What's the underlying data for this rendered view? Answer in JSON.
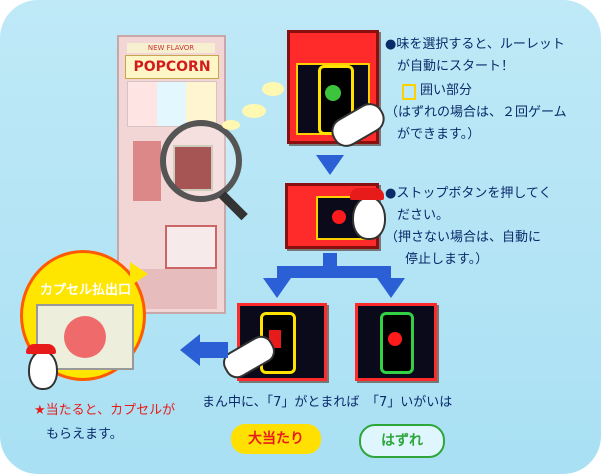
{
  "machine": {
    "sign": "POPCORN",
    "sign_top": "NEW FLAVOR"
  },
  "step1": {
    "line1": "●味を選択すると、ルーレット",
    "line2": "が自動にスタート！",
    "line3": "囲い部分",
    "line4": "（はずれの場合は、２回ゲーム",
    "line5": "ができます。）"
  },
  "step2": {
    "line1": "●ストップボタンを押してく",
    "line2": "ださい。",
    "line3": "（押さない場合は、自動に",
    "line4": "停止します。）"
  },
  "capsule": {
    "title": "カプセル払出口",
    "line1": "★当たると、カプセルが",
    "line2": "もらえます。"
  },
  "results": {
    "win_text": "まん中に、「7」がとまれば",
    "lose_text": "「7」いがいは",
    "win_badge": "大当たり",
    "lose_badge": "はずれ"
  },
  "colors": {
    "arrow": "#2a5fd6",
    "win": "#e81b1b",
    "lose": "#2fa63a",
    "gold": "#ffd000"
  }
}
